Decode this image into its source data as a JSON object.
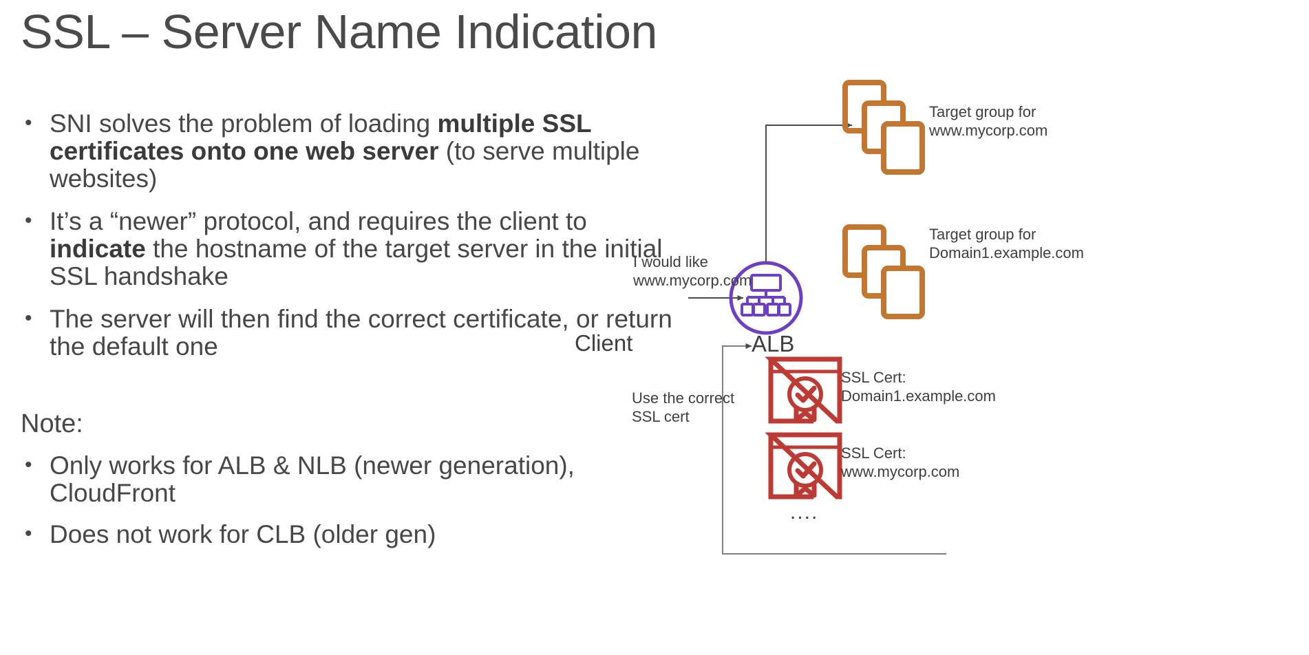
{
  "slide": {
    "title": "SSL – Server Name Indication",
    "background": "#ffffff",
    "text_color": "#474747"
  },
  "bullets": [
    {
      "id": "bullet-sni-solves",
      "marker": "•",
      "parts": [
        {
          "text": "SNI solves the problem of loading ",
          "bold": false
        },
        {
          "text": "multiple SSL certificates onto one web server",
          "bold": true
        },
        {
          "text": " (to serve multiple websites)",
          "bold": false
        }
      ]
    },
    {
      "id": "bullet-newer-protocol",
      "marker": "•",
      "parts": [
        {
          "text": "It’s a “newer” protocol, and requires the client to ",
          "bold": false
        },
        {
          "text": "indicate",
          "bold": true
        },
        {
          "text": " the hostname of the target server in the initial SSL handshake",
          "bold": false
        }
      ]
    },
    {
      "id": "bullet-server-finds-cert",
      "marker": "•",
      "parts": [
        {
          "text": "The server will then find the correct certificate, or return the default one",
          "bold": false
        }
      ]
    }
  ],
  "note": {
    "heading": "Note:",
    "bullets": [
      {
        "id": "note-bullet-alb-nlb",
        "marker": "•",
        "parts": [
          {
            "text": "Only works for ALB & NLB (newer generation), CloudFront",
            "bold": false
          }
        ]
      },
      {
        "id": "note-bullet-clb",
        "marker": "•",
        "parts": [
          {
            "text": "Does not work for CLB (older gen)",
            "bold": false
          }
        ]
      }
    ]
  },
  "diagram": {
    "colors": {
      "target_group_orange": "#C27630",
      "ssl_cert_red": "#BE3A35",
      "alb_purple": "#6C3FC5",
      "client_navy": "#262E3C",
      "connector_gray": "#5a5a5a"
    },
    "nodes": {
      "client": {
        "label": "Client",
        "icon": "desktop-computer-icon"
      },
      "alb": {
        "label": "ALB",
        "icon": "load-balancer-icon"
      },
      "target_group_1": {
        "icon": "target-group-icon",
        "label": "Target group for\nwww.mycorp.com"
      },
      "target_group_2": {
        "icon": "target-group-icon",
        "label": "Target group for\nDomain1.example.com"
      },
      "ssl_cert_1": {
        "icon": "ssl-certificate-icon",
        "label": "SSL Cert:\nDomain1.example.com"
      },
      "ssl_cert_2": {
        "icon": "ssl-certificate-icon",
        "label": "SSL Cert:\nwww.mycorp.com"
      },
      "more_certs": {
        "label": "...."
      }
    },
    "connectors": {
      "client_to_alb": {
        "label": "I would like\nwww.mycorp.com"
      },
      "alb_to_target_group": {
        "label": ""
      },
      "cert_to_alb": {
        "label": "Use the correct\nSSL cert"
      }
    }
  }
}
